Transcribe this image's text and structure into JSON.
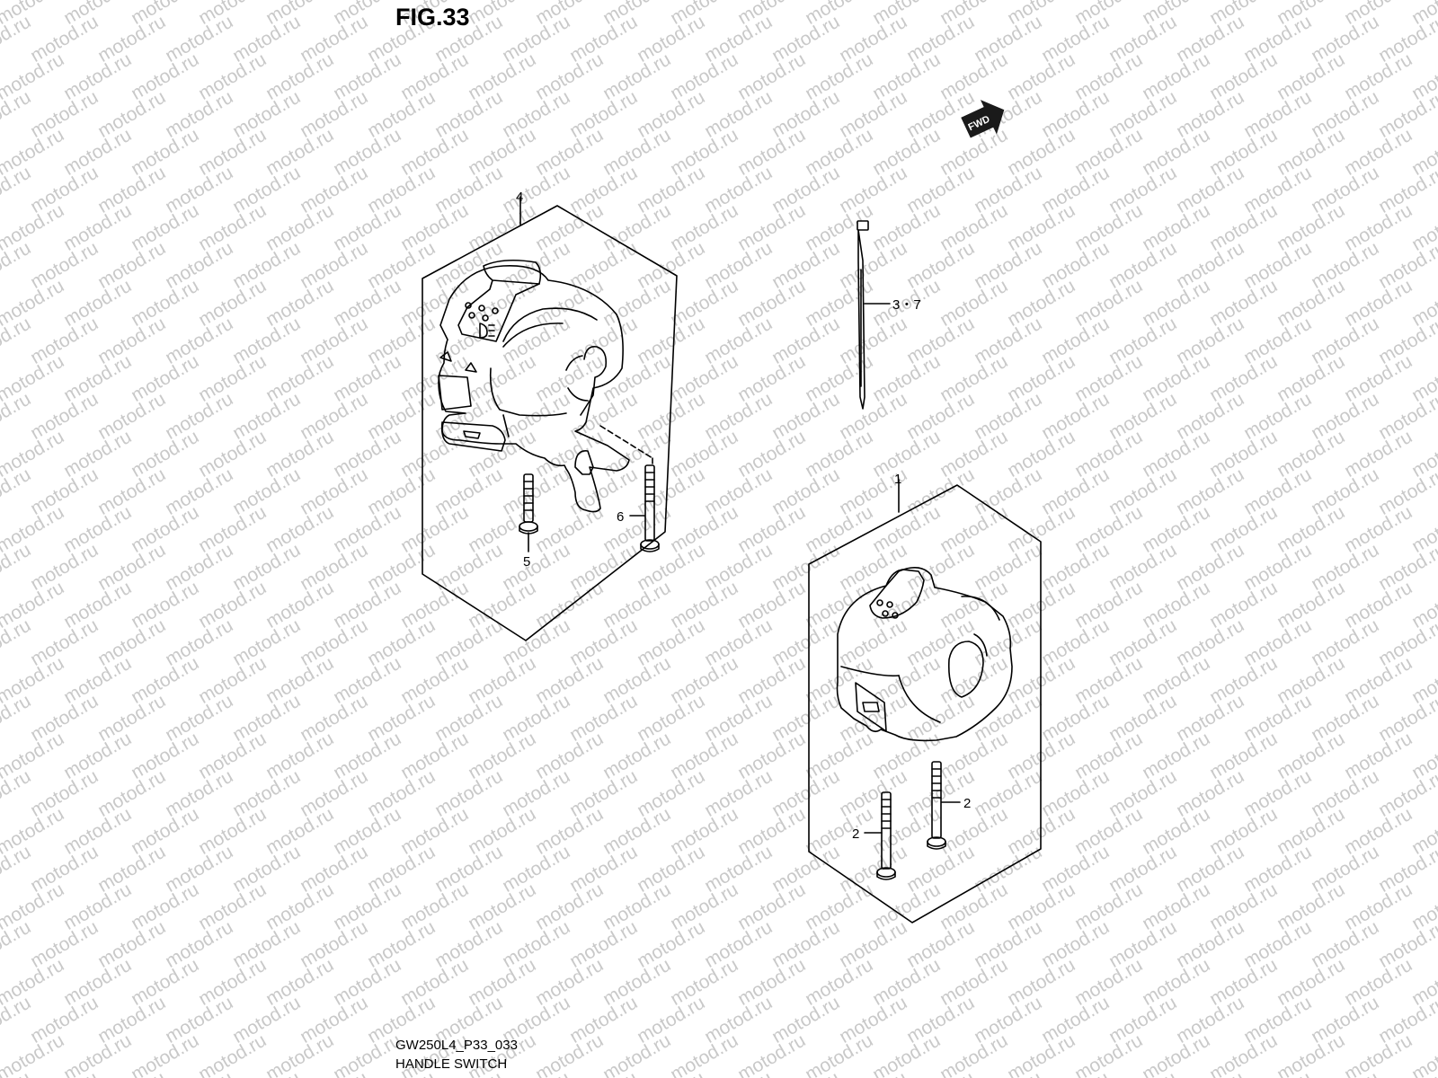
{
  "figure": {
    "title": "FIG.33",
    "code": "GW250L4_P33_033",
    "name": "HANDLE SWITCH"
  },
  "fwd_badge": "FWD",
  "watermark": "motod.ru",
  "callouts": {
    "c4": "4",
    "c37": "3・7",
    "c1": "1",
    "c5": "5",
    "c6": "6",
    "c2a": "2",
    "c2b": "2"
  }
}
